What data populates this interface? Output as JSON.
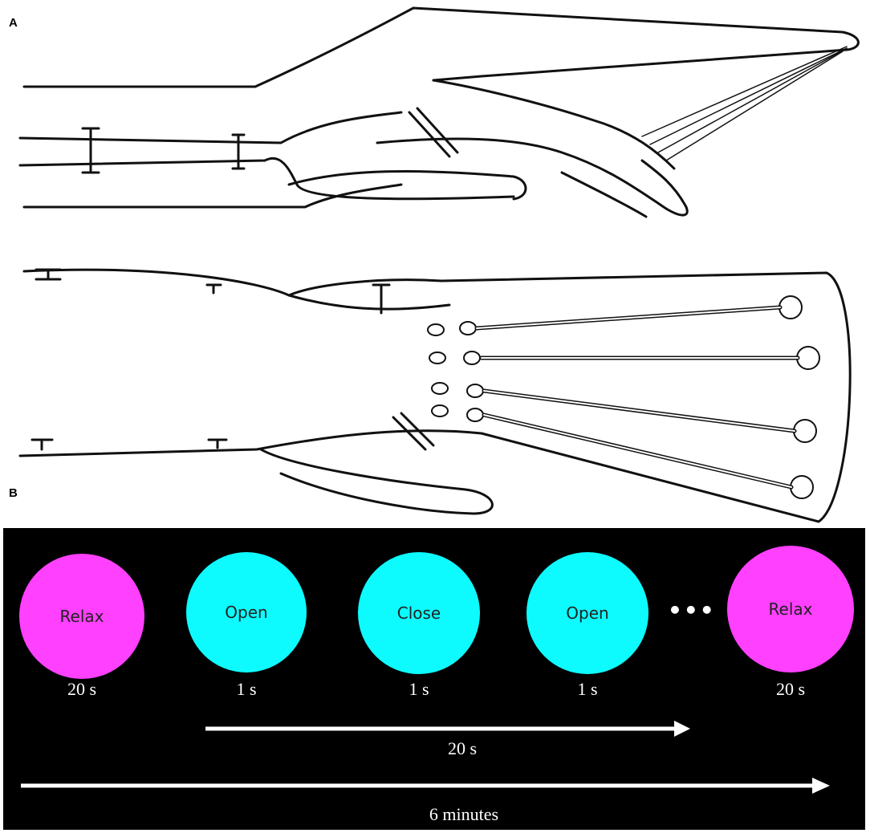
{
  "panels": {
    "a": "A",
    "b": "B"
  },
  "colors": {
    "relax": "#ff40ff",
    "movement": "#0dfbff",
    "background": "#000000",
    "text": "#ffffff"
  },
  "timeline": {
    "steps": [
      {
        "label": "Relax",
        "duration": "20 s",
        "color": "#ff40ff"
      },
      {
        "label": "Open",
        "duration": "1 s",
        "color": "#0dfbff"
      },
      {
        "label": "Close",
        "duration": "1 s",
        "color": "#0dfbff"
      },
      {
        "label": "Open",
        "duration": "1 s",
        "color": "#0dfbff"
      },
      {
        "label": "Relax",
        "duration": "20 s",
        "color": "#ff40ff"
      }
    ],
    "ellipsis": "•••",
    "inner_arrow_label": "20 s",
    "outer_arrow_label": "6 minutes"
  }
}
